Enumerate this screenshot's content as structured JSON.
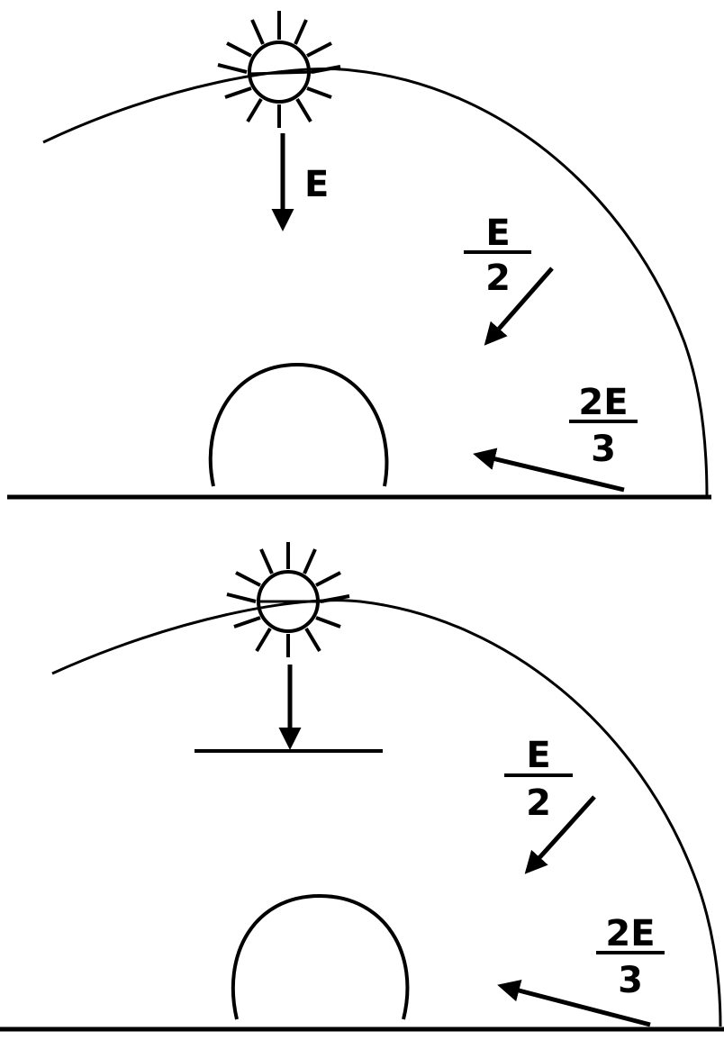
{
  "colors": {
    "ink": "#000000",
    "background": "#ffffff"
  },
  "panels": [
    {
      "id": "top",
      "sun_icon": "sun-icon",
      "has_horizontal_shade": false,
      "labels": {
        "direct": "E",
        "mid_numerator": "E",
        "mid_denominator": "2",
        "low_numerator": "2E",
        "low_denominator": "3"
      }
    },
    {
      "id": "bottom",
      "sun_icon": "sun-icon",
      "has_horizontal_shade": true,
      "labels": {
        "direct": "",
        "mid_numerator": "E",
        "mid_denominator": "2",
        "low_numerator": "2E",
        "low_denominator": "3"
      }
    }
  ]
}
